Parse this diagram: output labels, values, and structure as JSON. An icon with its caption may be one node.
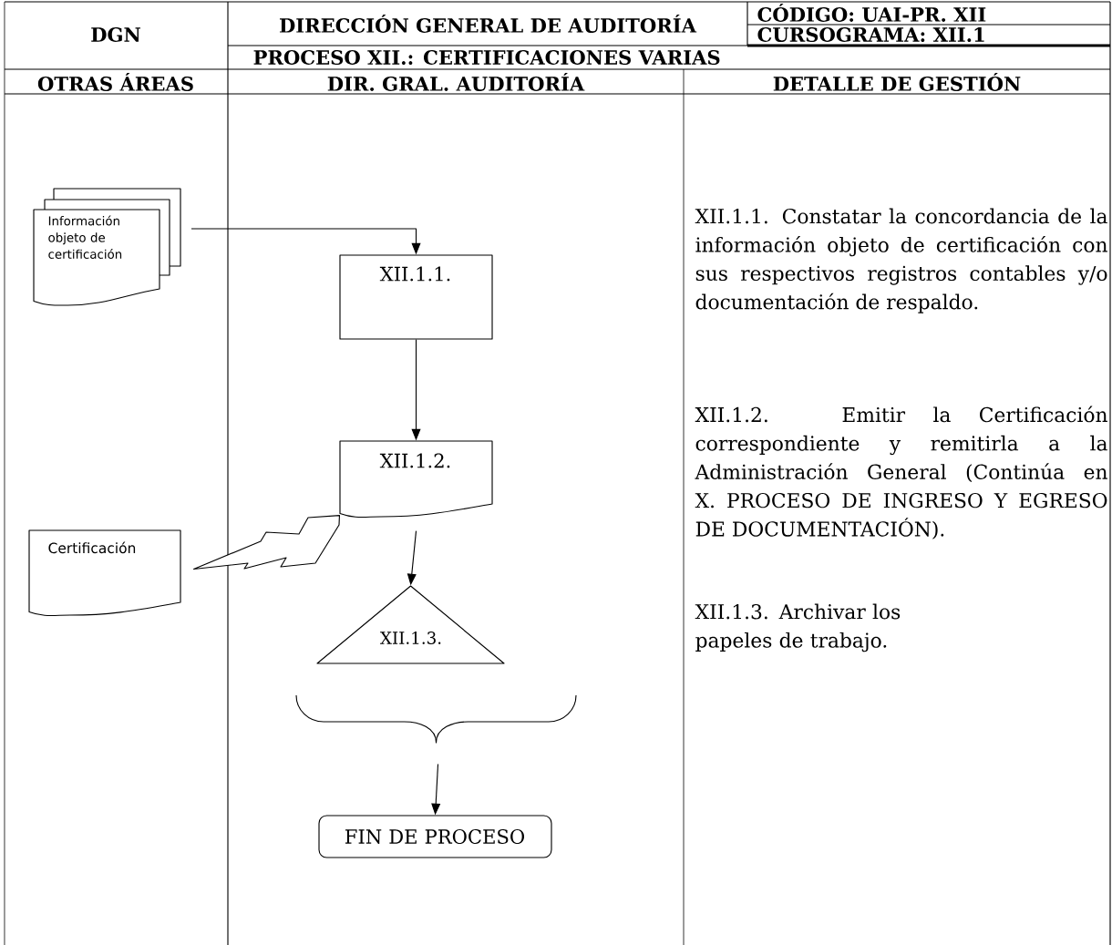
{
  "diagram": {
    "nodes": [
      {
        "text": [
          "Información objeto de certificación"
        ]
      },
      {
        "text": [
          "XII.1.1."
        ]
      },
      {
        "text": [
          "XII.1.2."
        ]
      },
      {
        "text": [
          "Certificación"
        ]
      },
      {
        "text": [
          "XII.1.3."
        ]
      },
      {
        "text": [],
        "shape": "brace"
      },
      {
        "text": [
          "FIN DE PROCESO"
        ]
      }
    ],
    "edges": [
      {
        "from": 0,
        "to": 1,
        "arrow": "to"
      },
      {
        "from": 1,
        "to": 2,
        "arrow": "to"
      },
      {
        "from": 2,
        "to": 4,
        "arrow": "to"
      },
      {
        "from": 2,
        "to": 3,
        "arrow": "to"
      },
      {
        "from": 5,
        "to": 6,
        "arrow": "to"
      }
    ],
    "labels": [
      "DGN",
      "DIRECCIÓN GENERAL DE AUDITORÍA",
      "CÓDIGO: UAI-PR. XII",
      "CURSOGRAMA: XII.1",
      "PROCESO XII.: CERTIFICACIONES VARIAS",
      "OTRAS ÁREAS",
      "DIR. GRAL. AUDITORÍA",
      "DETALLE DE GESTIÓN",
      "XII.1.1. Constatar la concordancia de la información objeto de certificación con sus respectivos registros contables y/o documentación de respaldo.",
      "XII.1.2. Emitir la Certificación correspondiente y remitirla a la Administración General (Continúa en X. PROCESO DE INGRESO Y EGRESO DE DOCUMENTACIÓN).",
      "XII.1.3. Archivar los papeles de trabajo."
    ]
  }
}
